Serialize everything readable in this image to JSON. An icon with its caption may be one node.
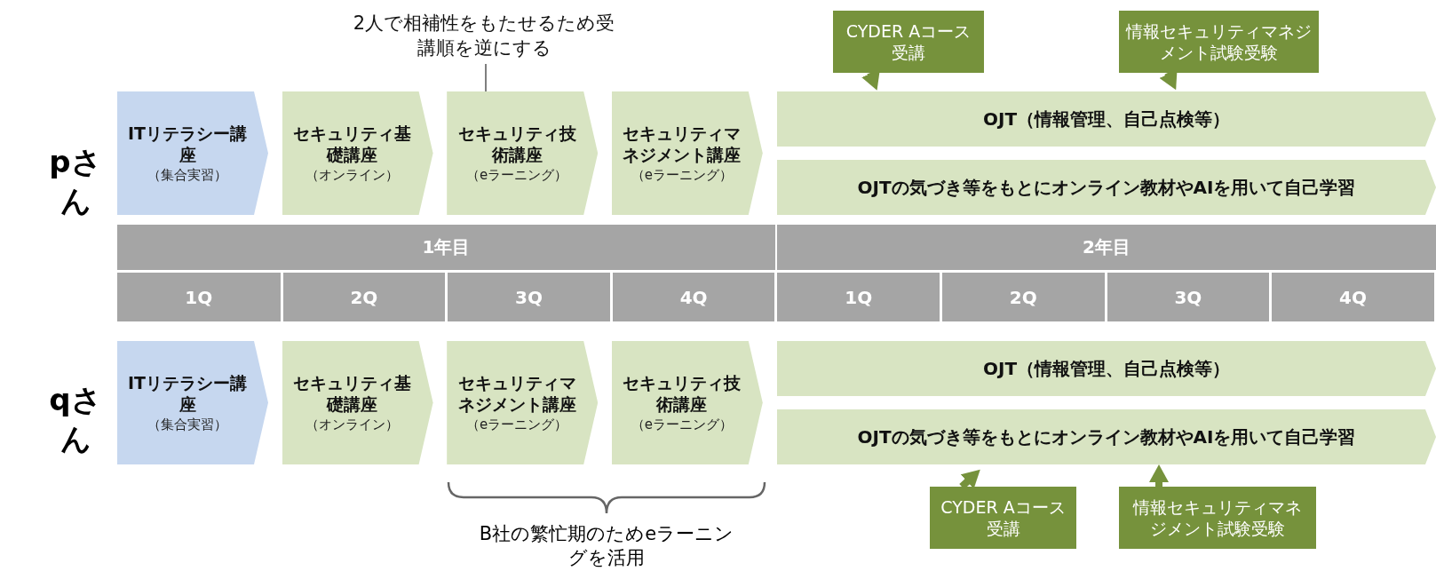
{
  "diagram": {
    "nodes": [
      {
        "text": [
          "ITリテラシー講座",
          "（集合実習）"
        ]
      },
      {
        "text": [
          "セキュリティ基礎講座",
          "（オンライン）"
        ]
      },
      {
        "text": [
          "セキュリティ技術講座",
          "（eラーニング）"
        ]
      },
      {
        "text": [
          "セキュリティマネジメント講座",
          "（eラーニング）"
        ]
      },
      {
        "text": [
          "OJT（情報管理、自己点検等）"
        ]
      },
      {
        "text": [
          "OJTの気づき等をもとにオンライン教材やAIを用いて自己学習"
        ]
      },
      {
        "text": [
          "CYDER Aコース受講"
        ]
      },
      {
        "text": [
          "情報セキュリティマネジメント試験受験"
        ]
      },
      {
        "text": [
          "2人で相補性をもたせるため受講順を逆にする"
        ]
      },
      {
        "text": [
          "1年目"
        ]
      },
      {
        "text": [
          "2年目"
        ]
      },
      {
        "text": [
          "1Q"
        ]
      },
      {
        "text": [
          "2Q"
        ]
      },
      {
        "text": [
          "3Q"
        ]
      },
      {
        "text": [
          "4Q"
        ]
      },
      {
        "text": [
          "1Q"
        ]
      },
      {
        "text": [
          "2Q"
        ]
      },
      {
        "text": [
          "3Q"
        ]
      },
      {
        "text": [
          "4Q"
        ]
      },
      {
        "text": [
          "ITリテラシー講座",
          "（集合実習）"
        ]
      },
      {
        "text": [
          "セキュリティ基礎講座",
          "（オンライン）"
        ]
      },
      {
        "text": [
          "セキュリティマネジメント講座",
          "（eラーニング）"
        ]
      },
      {
        "text": [
          "セキュリティ技術講座",
          "（eラーニング）"
        ]
      },
      {
        "text": [
          "OJT（情報管理、自己点検等）"
        ]
      },
      {
        "text": [
          "OJTの気づき等をもとにオンライン教材やAIを用いて自己学習"
        ]
      },
      {
        "text": [
          "CYDER Aコース受講"
        ]
      },
      {
        "text": [
          "情報セキュリティマネジメント試験受験"
        ]
      }
    ],
    "edges": [
      {
        "from": 6,
        "to": 4,
        "arrow": "to"
      },
      {
        "from": 7,
        "to": 4,
        "arrow": "to"
      },
      {
        "from": 8,
        "to": 2,
        "arrow": "none"
      },
      {
        "from": 25,
        "to": 24,
        "arrow": "to"
      },
      {
        "from": 26,
        "to": 24,
        "arrow": "to"
      }
    ],
    "labels": [
      "pさん",
      "qさん",
      "B社の繁忙期のためeラーニングを活用"
    ]
  }
}
